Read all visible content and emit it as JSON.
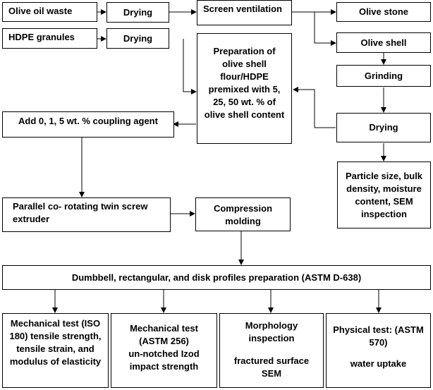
{
  "nodes": {
    "olive_oil_waste": "Olive oil waste",
    "drying1": "Drying",
    "screen_ventilation": "Screen ventilation",
    "olive_stone": "Olive stone",
    "hdpe_granules": "HDPE granules",
    "drying2": "Drying",
    "olive_shell": "Olive shell",
    "premix": "Preparation of olive shell flour/HDPE premixed with 5, 25, 50 wt. % of olive shell content",
    "grinding": "Grinding",
    "coupling": "Add 0, 1, 5 wt. % coupling agent",
    "drying3": "Drying",
    "particle": "Particle size, bulk density, moisture content, SEM inspection",
    "extruder": "Parallel co- rotating twin screw extruder",
    "compression": "Compression molding",
    "dumbbell": "Dumbbell, rectangular, and disk profiles preparation (ASTM D-638)",
    "mech1": "Mechanical test (ISO 180) tensile strength, tensile strain, and modulus of elasticity",
    "mech2_title": "Mechanical test (ASTM 256)",
    "mech2_body": "un-notched Izod impact strength",
    "morph_title": "Morphology inspection",
    "morph_body": "fractured surface SEM",
    "phys_title": "Physical test: (ASTM 570)",
    "phys_body": "water uptake"
  }
}
